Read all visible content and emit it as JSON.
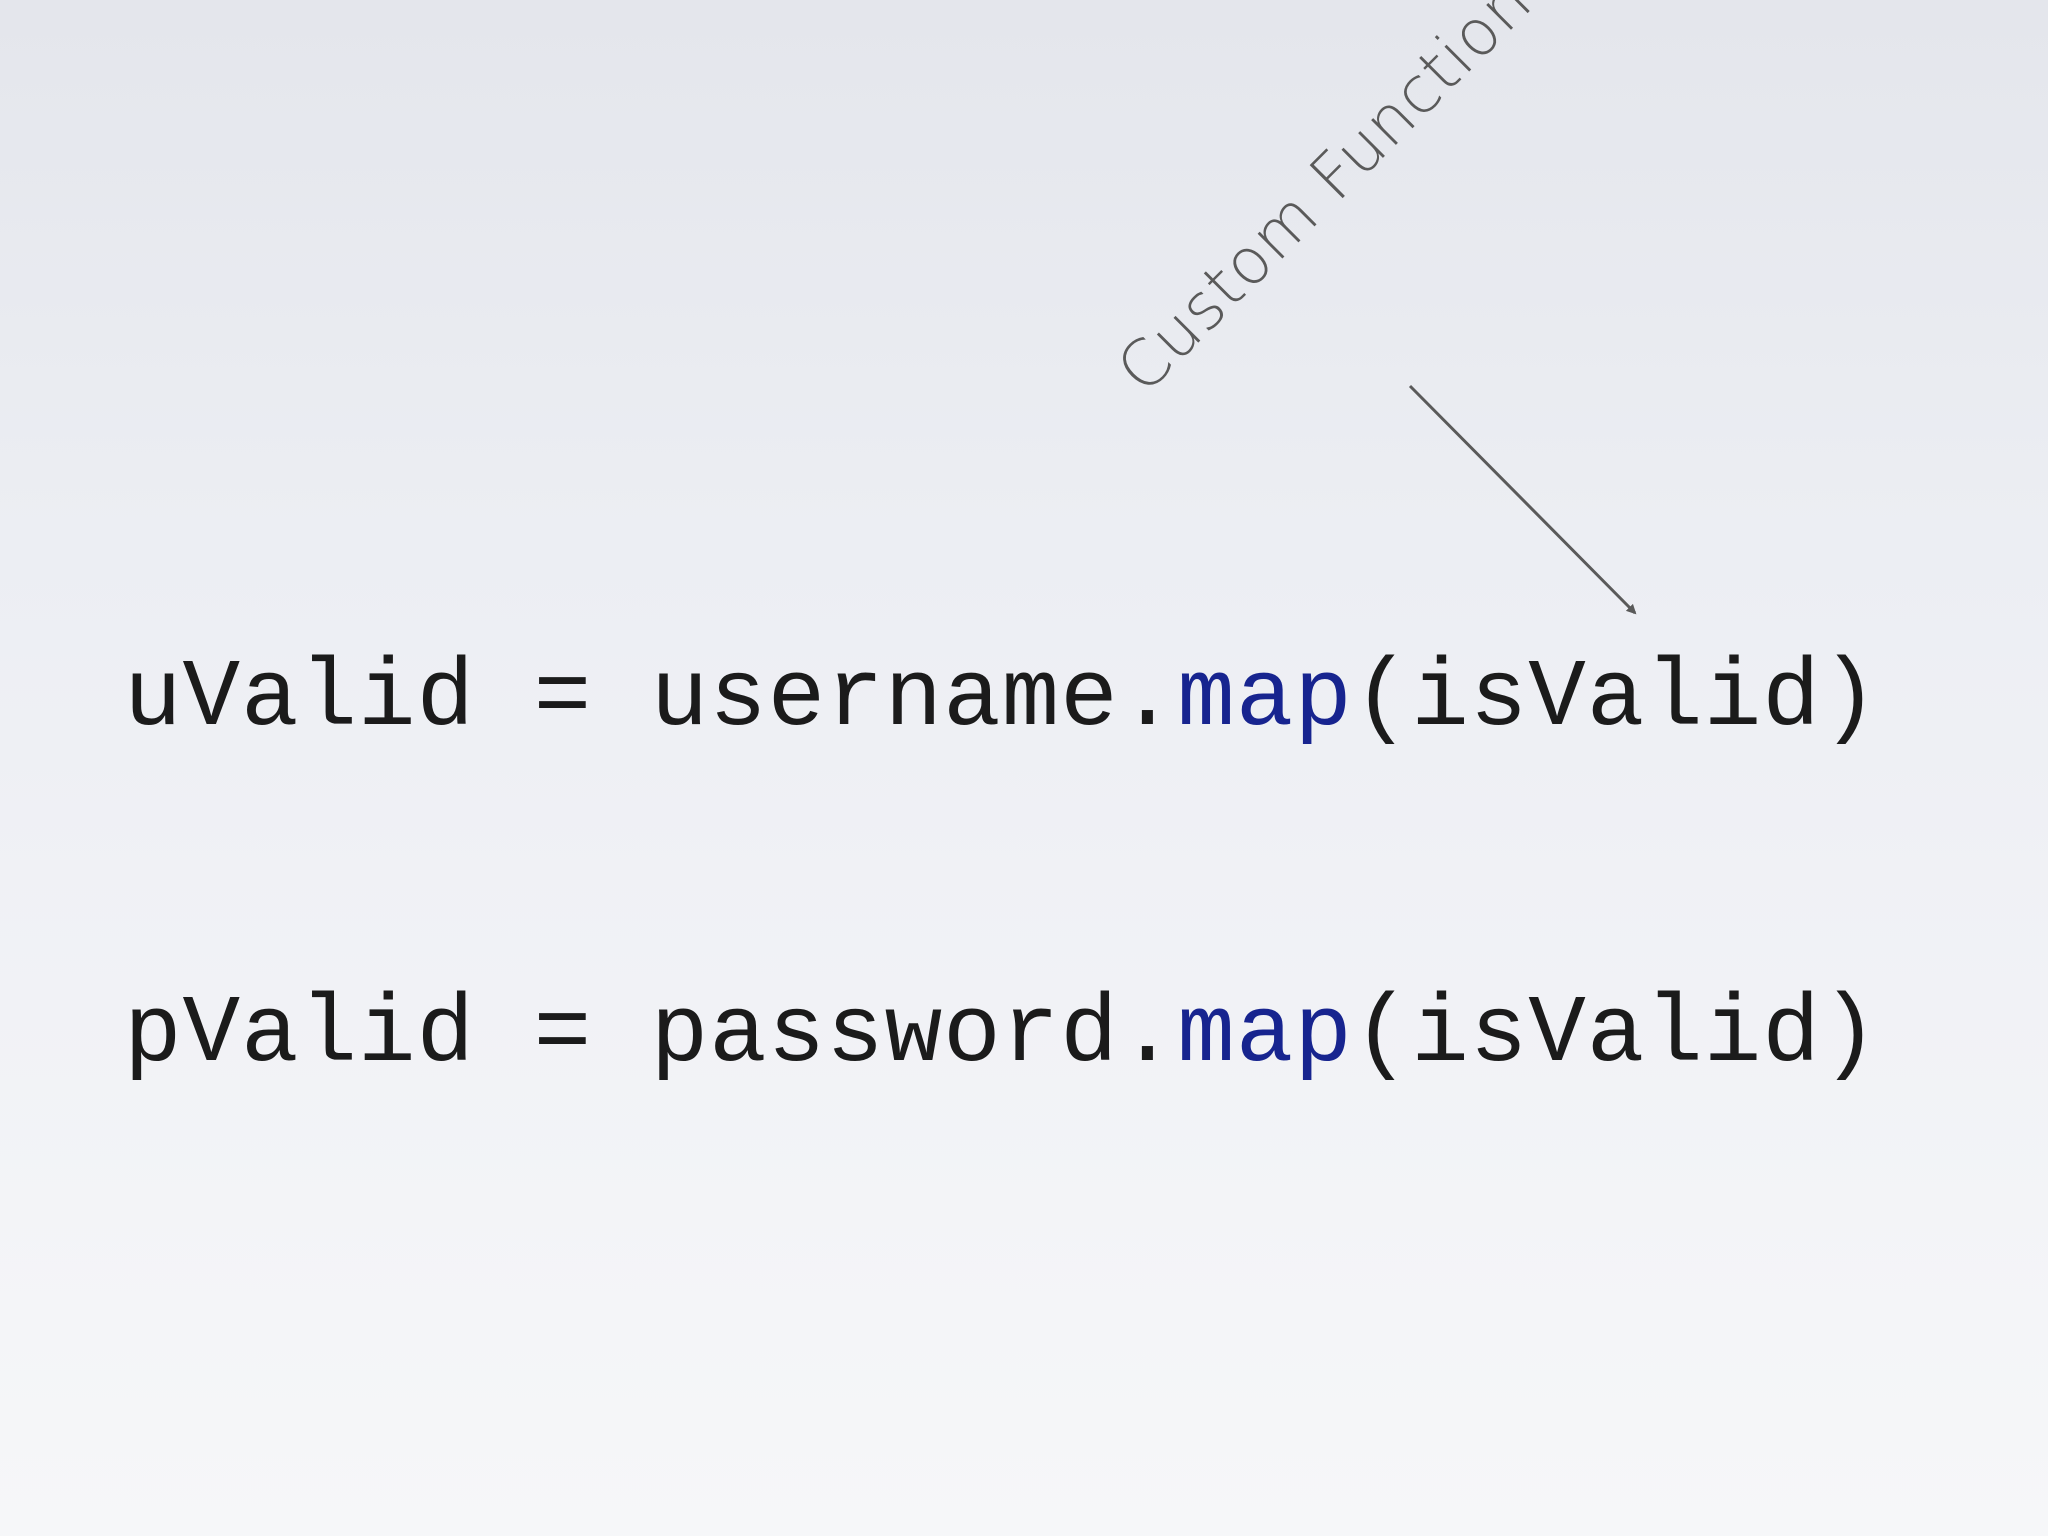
{
  "annotation": {
    "label": "Custom Function",
    "color": "#5a5a5a"
  },
  "code": {
    "lines": [
      {
        "var": "uValid",
        "op": " = ",
        "obj": "username",
        "dot": ".",
        "method": "map",
        "args": "(isValid)"
      },
      {
        "var": "pValid",
        "op": " = ",
        "obj": "password",
        "dot": ".",
        "method": "map",
        "args": "(isValid)"
      }
    ],
    "text_color": "#1b1b1b",
    "keyword_color": "#17248f"
  }
}
